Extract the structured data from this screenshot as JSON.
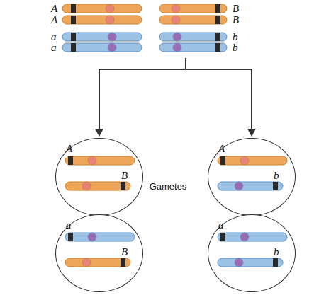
{
  "diagram": {
    "nodes": [
      {
        "text": [
          "A",
          "B"
        ]
      },
      {
        "text": [
          "A",
          "b"
        ]
      },
      {
        "text": [
          "a",
          "B"
        ]
      },
      {
        "text": [
          "a",
          "b"
        ]
      }
    ],
    "labels": [
      "A",
      "B",
      "A",
      "B",
      "a",
      "b",
      "a",
      "b",
      "Gametes"
    ]
  }
}
